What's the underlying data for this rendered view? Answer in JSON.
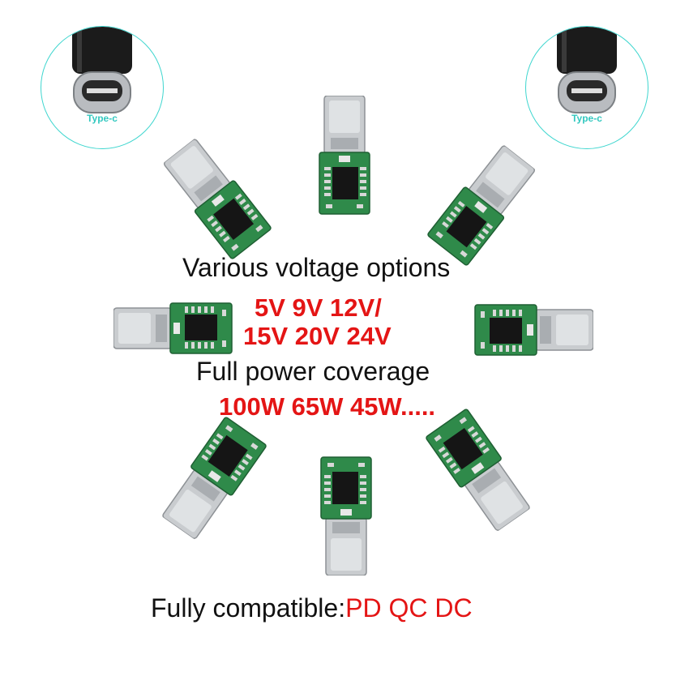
{
  "badges": [
    {
      "label": "Type-c"
    },
    {
      "label": "Type-c"
    }
  ],
  "texts": {
    "options_heading": "Various voltage options",
    "voltages_line1": "5V  9V  12V/",
    "voltages_line2": "15V  20V  24V",
    "power_heading": "Full power coverage",
    "wattage": "100W  65W  45W.....",
    "compatible_label": "Fully compatible:",
    "compatible_protocols": "PD QC DC"
  },
  "colors": {
    "heading": "#111111",
    "highlight": "#e41515",
    "badge_ring": "#3fd6cf",
    "pcb_green": "#2f8a4a",
    "connector_metal": "#c9cccf"
  },
  "icons": [
    "usb-c-cable-icon",
    "usb-c-trigger-module"
  ]
}
